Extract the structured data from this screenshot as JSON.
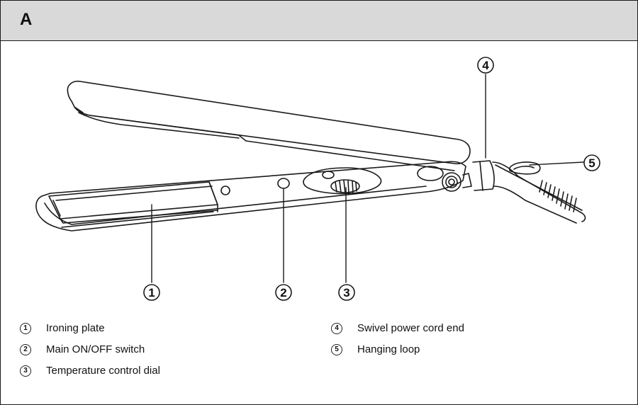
{
  "header": {
    "letter": "A"
  },
  "callouts": [
    {
      "num": "1",
      "label": "Ironing plate"
    },
    {
      "num": "2",
      "label": "Main ON/OFF switch"
    },
    {
      "num": "3",
      "label": "Temperature control dial"
    },
    {
      "num": "4",
      "label": "Swivel power cord end"
    },
    {
      "num": "5",
      "label": "Hanging loop"
    }
  ],
  "legend": {
    "left": [
      {
        "num": "1",
        "label": "Ironing plate"
      },
      {
        "num": "2",
        "label": "Main ON/OFF switch"
      },
      {
        "num": "3",
        "label": "Temperature control dial"
      }
    ],
    "right": [
      {
        "num": "4",
        "label": "Swivel power cord end"
      },
      {
        "num": "5",
        "label": "Hanging loop"
      }
    ]
  }
}
